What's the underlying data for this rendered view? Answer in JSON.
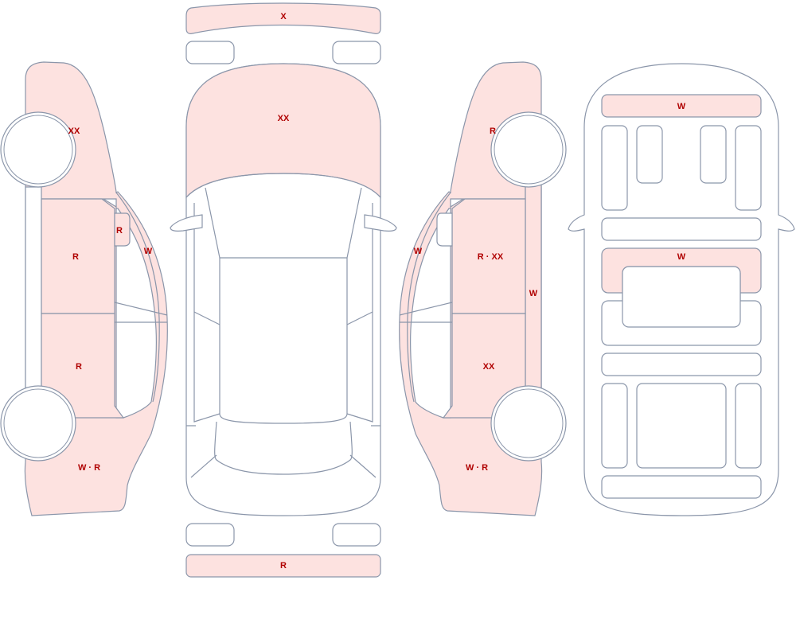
{
  "colors": {
    "damaged_fill": "#fde2e0",
    "outline": "#8b96aa",
    "code_text": "#b00000"
  },
  "top_view": {
    "front_bumper": "X",
    "hood": "XX",
    "rear_bumper": "R"
  },
  "left_side": {
    "front_fender": "XX",
    "front_door": "R",
    "mirror": "R",
    "a_pillar": "W",
    "rear_door": "R",
    "rear_quarter": "W · R"
  },
  "right_side": {
    "front_fender": "R",
    "a_pillar": "W",
    "front_door": "R · XX",
    "rocker": "W",
    "rear_door": "XX",
    "rear_quarter": "W · R"
  },
  "underbody": {
    "front_crossmember": "W",
    "center_crossmember": "W"
  }
}
